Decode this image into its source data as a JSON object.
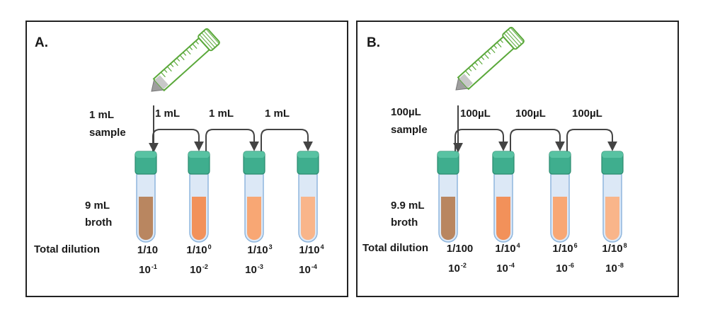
{
  "panels": [
    {
      "letter": "A.",
      "sample_line1": "1 mL",
      "sample_line2": "sample",
      "transfers": [
        "1 mL",
        "1 mL",
        "1 mL"
      ],
      "broth_line1": "9 mL",
      "broth_line2": "broth",
      "total_label": "Total dilution",
      "dilutions": [
        {
          "ratio_base": "1/10",
          "ratio_exp": "",
          "sci_base": "10",
          "sci_exp": "-1",
          "fill": "#b98660"
        },
        {
          "ratio_base": "1/10",
          "ratio_exp": "0",
          "sci_base": "10",
          "sci_exp": "-2",
          "fill": "#f2915a"
        },
        {
          "ratio_base": "1/10",
          "ratio_exp": "3",
          "sci_base": "10",
          "sci_exp": "-3",
          "fill": "#f8a774"
        },
        {
          "ratio_base": "1/10",
          "ratio_exp": "4",
          "sci_base": "10",
          "sci_exp": "-4",
          "fill": "#f9b58a"
        }
      ]
    },
    {
      "letter": "B.",
      "sample_line1": "100µL",
      "sample_line2": "sample",
      "transfers": [
        "100µL",
        "100µL",
        "100µL"
      ],
      "broth_line1": "9.9 mL",
      "broth_line2": "broth",
      "total_label": "Total dilution",
      "dilutions": [
        {
          "ratio_base": "1/100",
          "ratio_exp": "",
          "sci_base": "10",
          "sci_exp": "-2",
          "fill": "#b98660"
        },
        {
          "ratio_base": "1/10",
          "ratio_exp": "4",
          "sci_base": "10",
          "sci_exp": "-4",
          "fill": "#f2915a"
        },
        {
          "ratio_base": "1/10",
          "ratio_exp": "6",
          "sci_base": "10",
          "sci_exp": "-6",
          "fill": "#f8a774"
        },
        {
          "ratio_base": "1/10",
          "ratio_exp": "8",
          "sci_base": "10",
          "sci_exp": "-8",
          "fill": "#f9b58a"
        }
      ]
    }
  ],
  "colors": {
    "cap": "#3fae8e",
    "cap_dark": "#2a8a6e",
    "tube_glass": "#dce8f6",
    "tube_outline": "#8fb6dd",
    "pipette_green": "#5aa83a",
    "pipette_tip": "#9e9e9e",
    "arrow": "#444444"
  }
}
